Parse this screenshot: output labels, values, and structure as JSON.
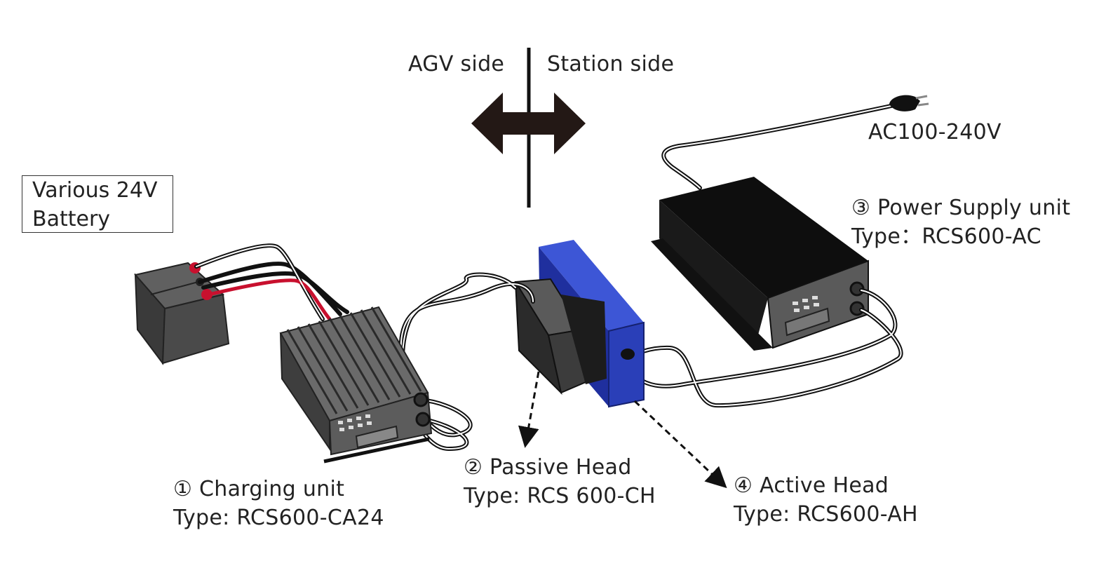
{
  "divider": {
    "left_label": "AGV side",
    "right_label": "Station side"
  },
  "ac_input": {
    "label": "AC100-240V"
  },
  "battery": {
    "line1": "Various 24V",
    "line2": "Battery"
  },
  "power_supply": {
    "name": "③ Power Supply  unit",
    "type": "Type：RCS600-AC"
  },
  "charging_unit": {
    "name": "① Charging unit",
    "type": "Type: RCS600-CA24"
  },
  "passive_head": {
    "name": "② Passive Head",
    "type": "Type: RCS 600-CH"
  },
  "active_head": {
    "name": "④ Active Head",
    "type": "Type: RCS600-AH"
  },
  "colors": {
    "active_head_blue": "#2a3fb8",
    "battery_gray": "#4a4a4a",
    "terminal_red": "#c8102e",
    "cable_black": "#111111"
  }
}
